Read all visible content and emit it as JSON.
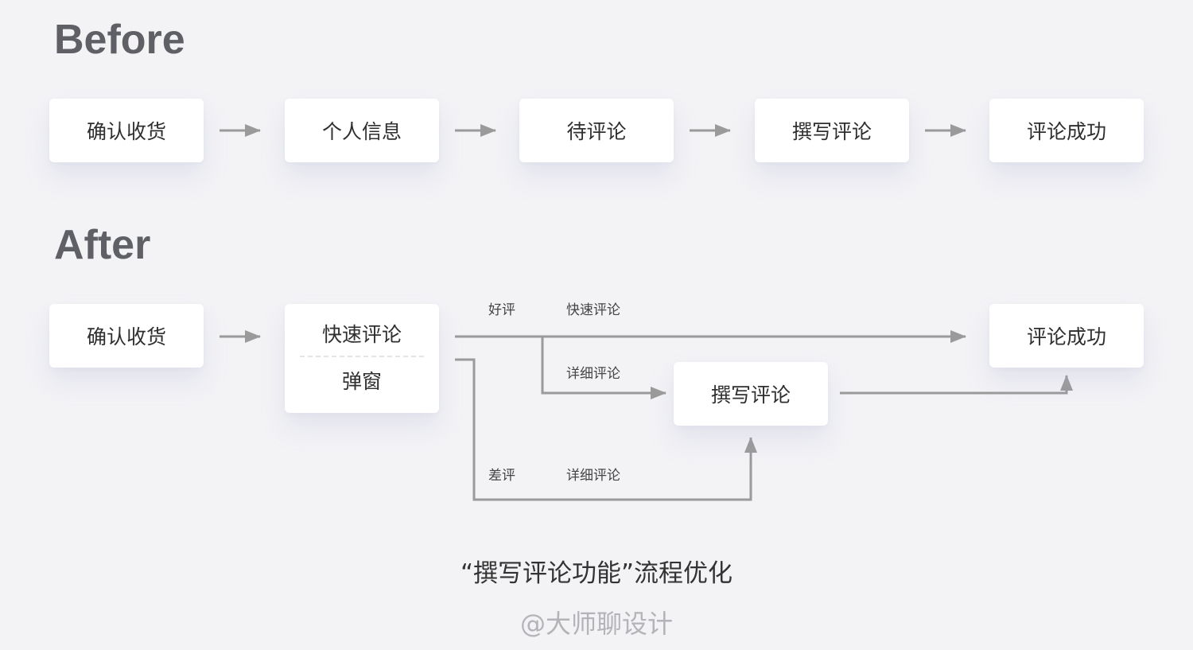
{
  "before": {
    "title": "Before",
    "steps": [
      "确认收货",
      "个人信息",
      "待评论",
      "撰写评论",
      "评论成功"
    ]
  },
  "after": {
    "title": "After",
    "confirm": "确认收货",
    "popup": {
      "line1": "快速评论",
      "line2": "弹窗"
    },
    "write": "撰写评论",
    "success": "评论成功",
    "labels": {
      "good": "好评",
      "quick": "快速评论",
      "detail_upper": "详细评论",
      "bad": "差评",
      "detail_lower": "详细评论"
    }
  },
  "caption": "“撰写评论功能”流程优化",
  "watermark": "@大师聊设计",
  "colors": {
    "background": "#f3f3f6",
    "box": "#ffffff",
    "arrow": "#9a9a9a",
    "title": "#5f6066"
  }
}
